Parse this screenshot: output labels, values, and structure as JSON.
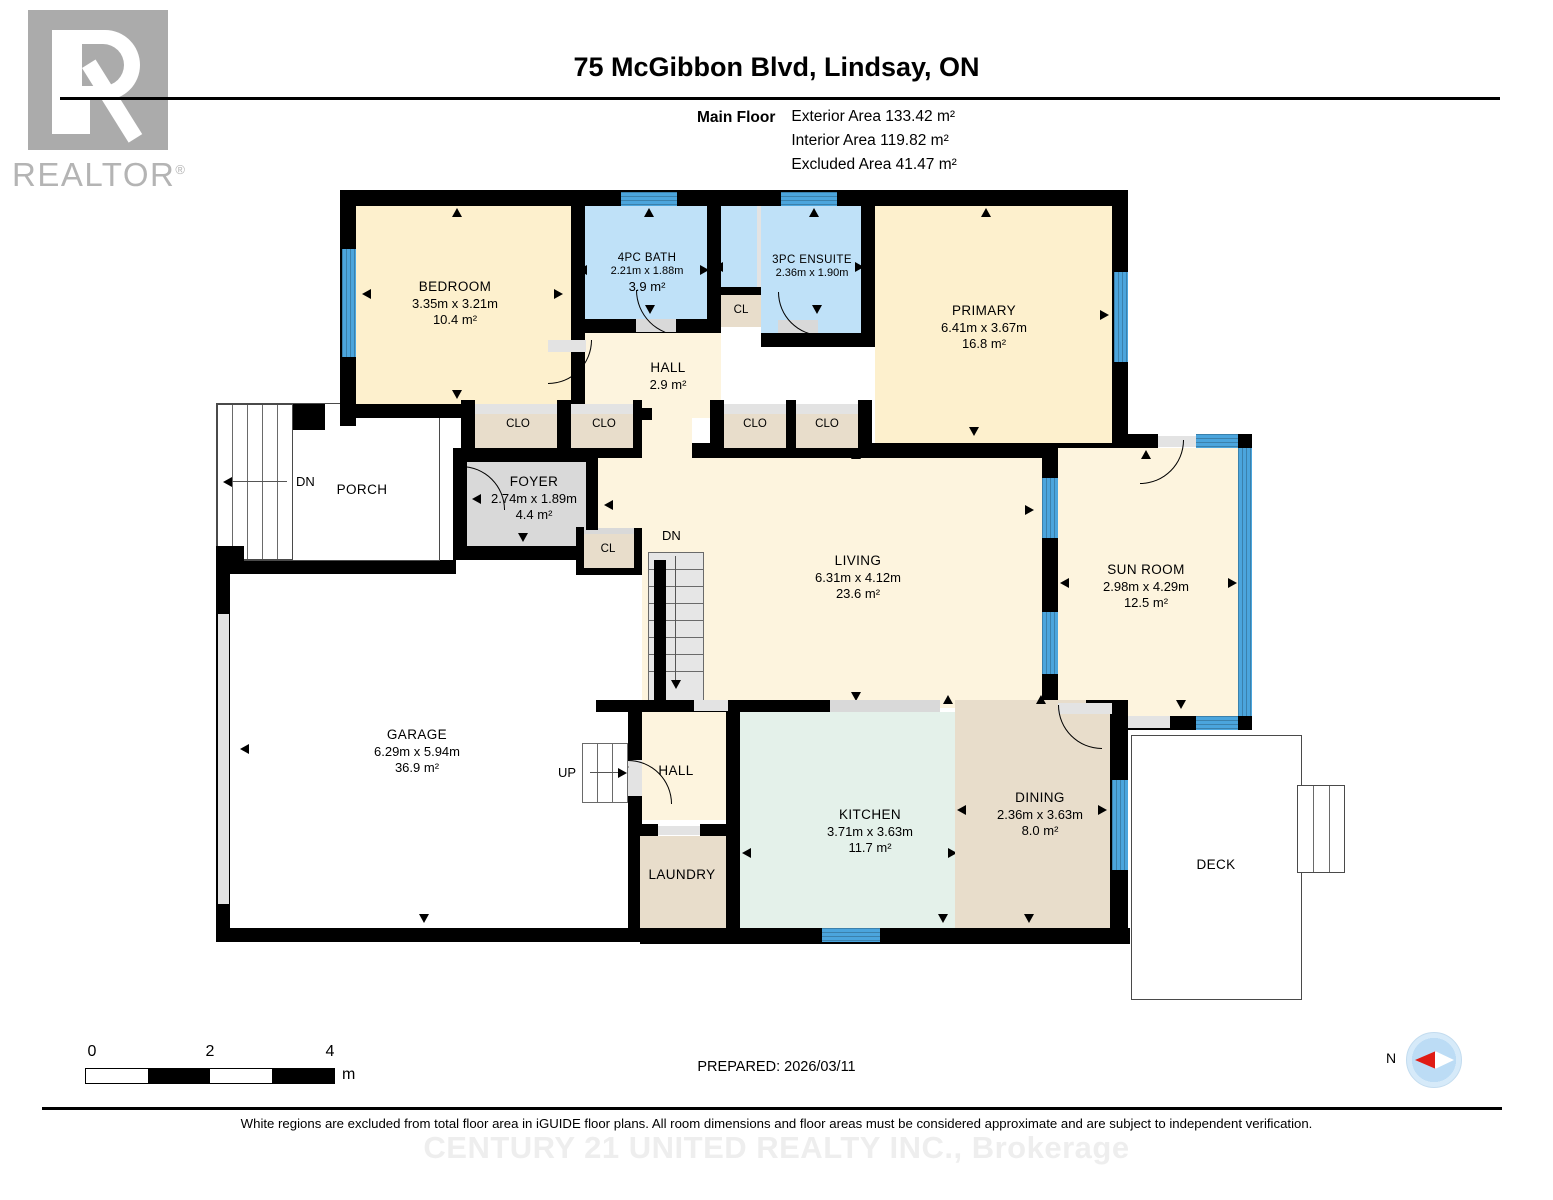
{
  "logo": {
    "text": "REALTOR",
    "registered": "®",
    "name": "realtor-logo"
  },
  "header": {
    "title": "75 McGibbon Blvd, Lindsay, ON",
    "floor_label": "Main Floor",
    "exterior_area": "Exterior Area 133.42 m²",
    "interior_area": "Interior Area 119.82 m²",
    "excluded_area": "Excluded Area 41.47 m²"
  },
  "rooms": [
    {
      "key": "bedroom",
      "name": "BEDROOM",
      "dims": "3.35m x 3.21m",
      "area": "10.4 m²"
    },
    {
      "key": "bath4pc",
      "name": "4PC BATH",
      "dims": "2.21m x 1.88m",
      "area": "3.9 m²"
    },
    {
      "key": "ensuite3pc",
      "name": "3PC ENSUITE",
      "dims": "2.36m x 1.90m",
      "area": ""
    },
    {
      "key": "primary",
      "name": "PRIMARY",
      "dims": "6.41m x 3.67m",
      "area": "16.8 m²"
    },
    {
      "key": "hall_upper",
      "name": "HALL",
      "dims": "",
      "area": "2.9 m²"
    },
    {
      "key": "foyer",
      "name": "FOYER",
      "dims": "2.74m x 1.89m",
      "area": "4.4 m²"
    },
    {
      "key": "living",
      "name": "LIVING",
      "dims": "6.31m x 4.12m",
      "area": "23.6 m²"
    },
    {
      "key": "sunroom",
      "name": "SUN ROOM",
      "dims": "2.98m x 4.29m",
      "area": "12.5 m²"
    },
    {
      "key": "garage",
      "name": "GARAGE",
      "dims": "6.29m x 5.94m",
      "area": "36.9 m²"
    },
    {
      "key": "kitchen",
      "name": "KITCHEN",
      "dims": "3.71m x 3.63m",
      "area": "11.7 m²"
    },
    {
      "key": "dining",
      "name": "DINING",
      "dims": "2.36m x 3.63m",
      "area": "8.0 m²"
    },
    {
      "key": "laundry",
      "name": "LAUNDRY",
      "dims": "",
      "area": ""
    },
    {
      "key": "hall_lower",
      "name": "HALL",
      "dims": "",
      "area": ""
    },
    {
      "key": "porch",
      "name": "PORCH",
      "dims": "",
      "area": ""
    },
    {
      "key": "deck",
      "name": "DECK",
      "dims": "",
      "area": ""
    }
  ],
  "closets": {
    "clo1": "CLO",
    "clo2": "CLO",
    "clo3": "CLO",
    "clo4": "CLO",
    "cl_hall": "CL",
    "cl_foyer": "CL"
  },
  "stair_markers": {
    "porch_dn": "DN",
    "living_dn": "DN",
    "garage_up": "UP"
  },
  "footer": {
    "scale_ticks": [
      "0",
      "2",
      "4"
    ],
    "scale_unit": "m",
    "prepared": "PREPARED: 2026/03/11",
    "compass_label": "N",
    "disclaimer": "White regions are excluded from total floor area in iGUIDE floor plans. All room dimensions and floor areas must be considered approximate and are subject to independent verification.",
    "watermark": "CENTURY 21 UNITED REALTY INC., Brokerage"
  },
  "colors": {
    "wall": "#000000",
    "room_cream": "#fdf0cd",
    "room_cream_light": "#fdf4de",
    "bath_blue": "#bfe1f8",
    "closet_tan": "#e8ddcb",
    "kitchen_mint": "#e4f1ea",
    "foyer_gray": "#d9d9d9",
    "window_blue": "#4ba5dd",
    "compass_red": "#e01b14",
    "logo_gray": "#ababab"
  }
}
